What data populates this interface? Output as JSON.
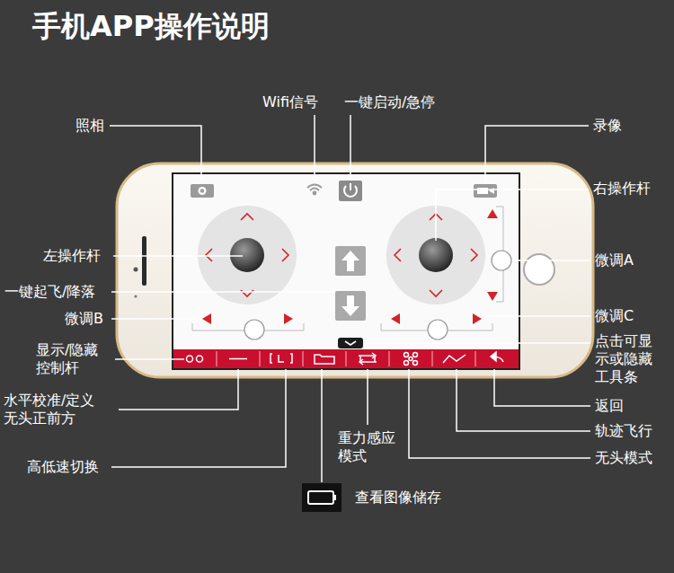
{
  "diagram": {
    "title": "手机APP操作说明",
    "labels": [
      "照相",
      "Wifi信号",
      "一键启动/急停",
      "录像",
      "右操作杆",
      "左操作杆",
      "一键起飞/降落",
      "微调A",
      "微调B",
      "微调C",
      "显示/隐藏 控制杆",
      "点击可显 示或隐藏 工具条",
      "水平校准/定义 无头正前方",
      "返回",
      "轨迹飞行",
      "重力感应 模式",
      "高低速切换",
      "无头模式",
      "查看图像储存"
    ]
  }
}
